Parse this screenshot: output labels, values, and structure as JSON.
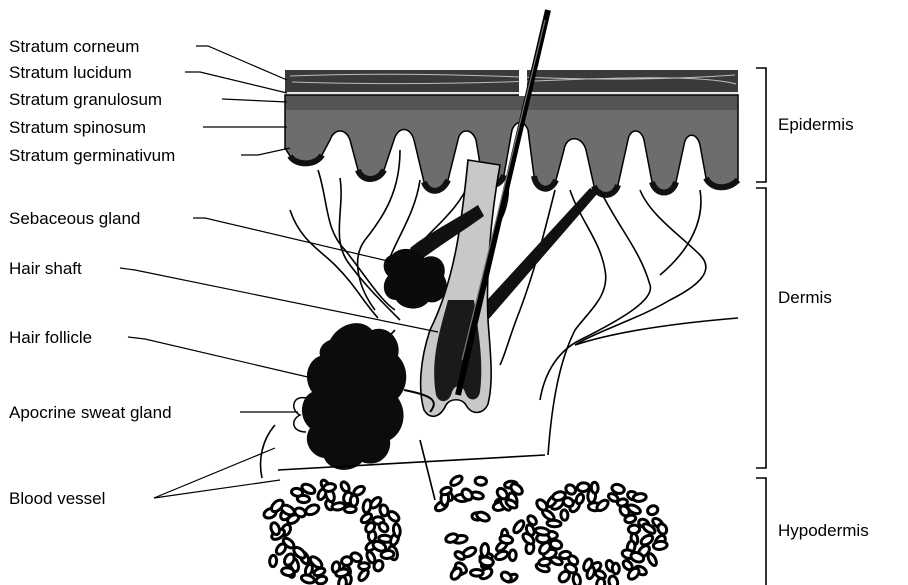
{
  "layer_labels": {
    "stratum_corneum": "Stratum corneum",
    "stratum_lucidum": "Stratum lucidum",
    "stratum_granulosum": "Stratum granulosum",
    "stratum_spinosum": "Stratum spinosum",
    "stratum_germinativum": "Stratum germinativum"
  },
  "structure_labels": {
    "sebaceous_gland": "Sebaceous gland",
    "hair_shaft": "Hair shaft",
    "hair_follicle": "Hair follicle",
    "apocrine_sweat_gland": "Apocrine sweat gland",
    "blood_vessel": "Blood vessel"
  },
  "region_labels": {
    "epidermis": "Epidermis",
    "dermis": "Dermis",
    "hypodermis": "Hypodermis"
  },
  "colors": {
    "ink": "#000000",
    "epidermis_fill": "#7a7a7a",
    "follicle_fill": "#c8c8c8"
  }
}
